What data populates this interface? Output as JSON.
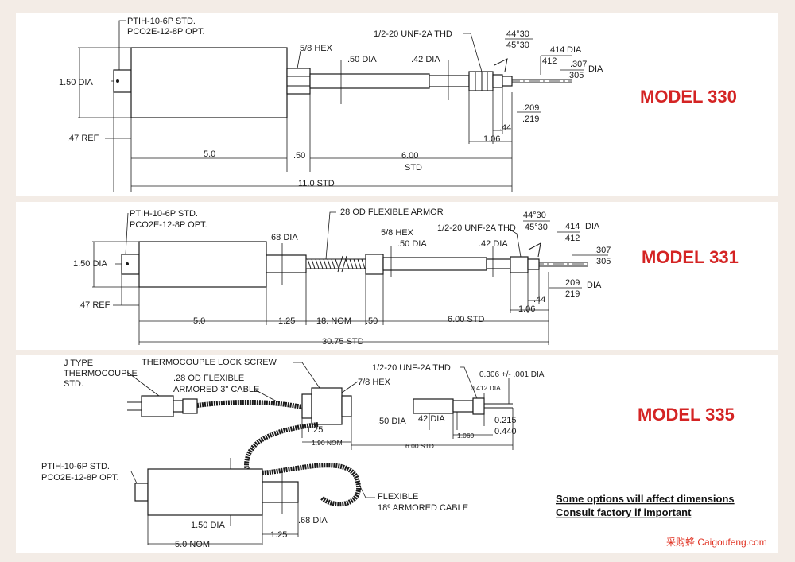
{
  "colors": {
    "model_title": "#d42424",
    "watermark": "#e03020",
    "background": "#f3ece6"
  },
  "model_330": {
    "title": "MODEL 330",
    "connector_std": "PTIH-10-6P STD.",
    "connector_opt": "PCO2E-12-8P OPT.",
    "body_dia": "1.50 DIA",
    "ref": ".47 REF",
    "hex": "5/8 HEX",
    "stem_dia1": ".50 DIA",
    "stem_dia2": ".42 DIA",
    "thread": "1/2-20 UNF-2A THD",
    "angle1": "44°30",
    "angle2": "45°30",
    "tip_dia1": ".414",
    "tip_dia2": ".412",
    "tip_dia_unit": "DIA",
    "tip_dia3": ".307",
    "tip_dia4": ".305",
    "tip_dia_unit2": "DIA",
    "len_209": ".209",
    "len_219": ".219",
    "len_44": ".44",
    "len_106": "1.06",
    "len_body": "5.0",
    "len_hex": ".50",
    "len_stem": "6.00",
    "len_stem_std": "STD",
    "len_total": "11.0 STD"
  },
  "model_331": {
    "title": "MODEL 331",
    "connector_std": "PTIH-10-6P STD.",
    "connector_opt": "PCO2E-12-8P OPT.",
    "armor": ".28 OD FLEXIBLE ARMOR",
    "neck_dia": ".68 DIA",
    "body_dia": "1.50 DIA",
    "ref": ".47 REF",
    "hex": "5/8 HEX",
    "thread": "1/2-20 UNF-2A THD",
    "stem_dia1": ".50 DIA",
    "stem_dia2": ".42 DIA",
    "angle1": "44°30",
    "angle2": "45°30",
    "tip_dia1": ".414",
    "tip_dia2": ".412",
    "tip_dia_unit": "DIA",
    "tip_dia3": ".307",
    "tip_dia4": ".305",
    "len_209": ".209",
    "len_219": ".219",
    "tip_dia_unit2": "DIA",
    "len_44": ".44",
    "len_106": "1.06",
    "len_body": "5.0",
    "len_neck": "1.25",
    "len_armor": "18. NOM",
    "len_hex": ".50",
    "len_stem": "6.00 STD",
    "len_total": "30.75 STD"
  },
  "model_335": {
    "title": "MODEL 335",
    "tc_type1": "J TYPE",
    "tc_type2": "THERMOCOUPLE",
    "tc_type3": "STD.",
    "lock_screw": "THERMOCOUPLE LOCK SCREW",
    "cable1": ".28 OD FLEXIBLE",
    "cable2": "ARMORED 3\" CABLE",
    "hex": "7/8 HEX",
    "thread": "1/2-20 UNF-2A THD",
    "tip_dia": "0.306 +/- .001 DIA",
    "dia_412": "0.412 DIA",
    "len_125": "1.25",
    "stem_dia1": ".50 DIA",
    "stem_dia2": ".42 DIA",
    "len_190": "1.90 NOM",
    "len_1060": "1.060",
    "len_0215": "0.215",
    "len_0440": "0.440",
    "len_600": "6.00 STD",
    "connector_std": "PTIH-10-6P STD.",
    "connector_opt": "PCO2E-12-8P OPT.",
    "flex1": "FLEXIBLE",
    "flex2": "18º ARMORED CABLE",
    "body_dia": "1.50 DIA",
    "neck_dia": ".68 DIA",
    "len_neck": "1.25",
    "len_body": "5.0 NOM"
  },
  "notes": {
    "line1": "Some options will affect dimensions",
    "line2": "Consult factory if important"
  },
  "watermark": "采购蜂 Caigoufeng.com"
}
